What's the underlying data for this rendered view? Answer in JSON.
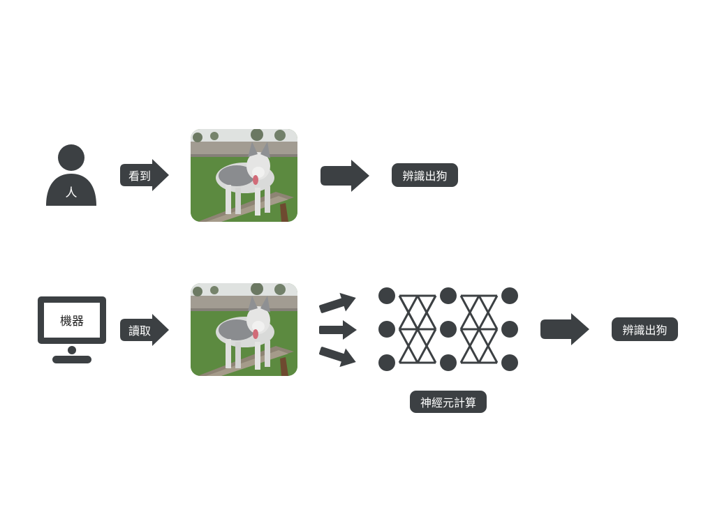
{
  "colors": {
    "ink": "#3c4043",
    "background": "#ffffff",
    "label_text": "#ffffff"
  },
  "human_row": {
    "actor_icon": "person-icon",
    "actor_label": "人",
    "action_label": "看到",
    "photo_icon": "husky-dog-photo",
    "result_label": "辨識出狗"
  },
  "machine_row": {
    "actor_icon": "computer-monitor-icon",
    "actor_label": "機器",
    "action_label": "讀取",
    "photo_icon": "husky-dog-photo",
    "network_icon": "neural-network-icon",
    "network_label": "神經元計算",
    "result_label": "辨識出狗"
  }
}
